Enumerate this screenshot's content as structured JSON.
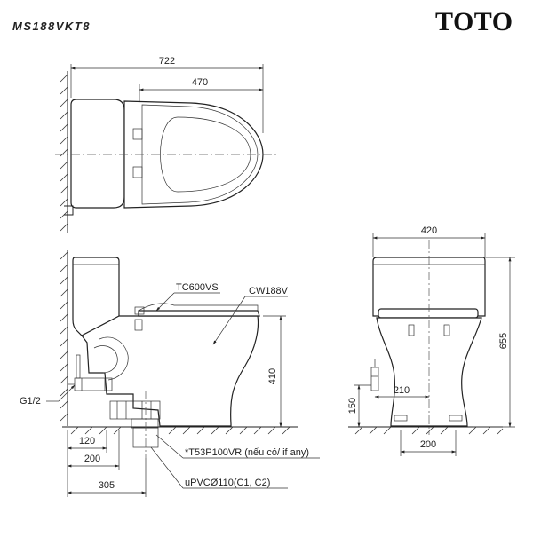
{
  "header": {
    "model_code": "MS188VKT8",
    "brand": "TOTO"
  },
  "top_view": {
    "dim_overall": "722",
    "dim_seat": "470"
  },
  "side_view": {
    "seat_model": "TC600VS",
    "bowl_model": "CW188V",
    "dim_height": "410",
    "inlet": "G1/2",
    "dim_120": "120",
    "dim_200": "200",
    "dim_305": "305",
    "note_flange": "*T53P100VR (nếu có/ if any)",
    "note_pipe": "uPVCØ110(C1, C2)"
  },
  "front_view": {
    "dim_width": "420",
    "dim_height": "655",
    "dim_210": "210",
    "dim_150": "150",
    "dim_bolts": "200"
  }
}
